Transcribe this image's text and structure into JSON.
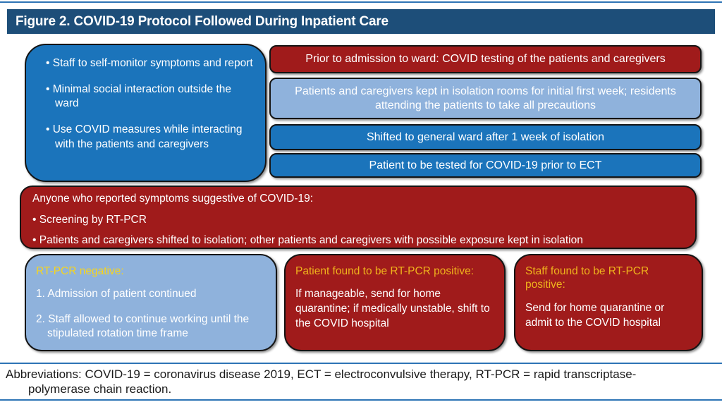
{
  "title": "Figure 2. COVID-19 Protocol Followed During Inpatient Care",
  "colors": {
    "navy": "#1D4E79",
    "blue": "#1B74BB",
    "light_blue": "#8FB2DC",
    "dark_red": "#A01B1B",
    "yellow_on_blue": "#F6D41F",
    "yellow_on_red": "#EFB31C",
    "line_blue": "#2E74B5"
  },
  "staff_box": {
    "bullets": [
      "Staff to self-monitor symptoms and report",
      "Minimal social interaction outside the ward",
      "Use COVID measures while interacting with the patients and caregivers"
    ]
  },
  "admission_bars": [
    {
      "text": "Prior to admission to ward: COVID testing of the patients and caregivers"
    },
    {
      "text": "Patients and caregivers kept in isolation rooms for initial first week; residents attending the patients to take all precautions"
    },
    {
      "text": "Shifted to general ward after 1 week of isolation"
    },
    {
      "text": "Patient to be tested for COVID-19 prior to ECT"
    }
  ],
  "symptoms_box": {
    "heading": "Anyone who reported symptoms suggestive of COVID-19:",
    "bullets": [
      "Screening by RT-PCR",
      "Patients and caregivers shifted to isolation; other patients and caregivers with possible exposure kept in isolation"
    ]
  },
  "outcome_boxes": {
    "negative": {
      "heading": "RT-PCR negative:",
      "items": [
        "1. Admission of patient continued",
        "2. Staff allowed to continue working until the stipulated rotation time frame"
      ]
    },
    "patient_positive": {
      "heading": "Patient found to be RT-PCR positive:",
      "body": "If manageable, send for home quarantine; if medically unstable, shift to the COVID hospital"
    },
    "staff_positive": {
      "heading": "Staff found to be RT-PCR positive:",
      "body": "Send for home quarantine or admit to the COVID hospital"
    }
  },
  "footnote": {
    "line1": "Abbreviations: COVID-19 = coronavirus disease 2019, ECT = electroconvulsive therapy, RT-PCR = rapid transcriptase-",
    "line2": "polymerase chain reaction."
  }
}
